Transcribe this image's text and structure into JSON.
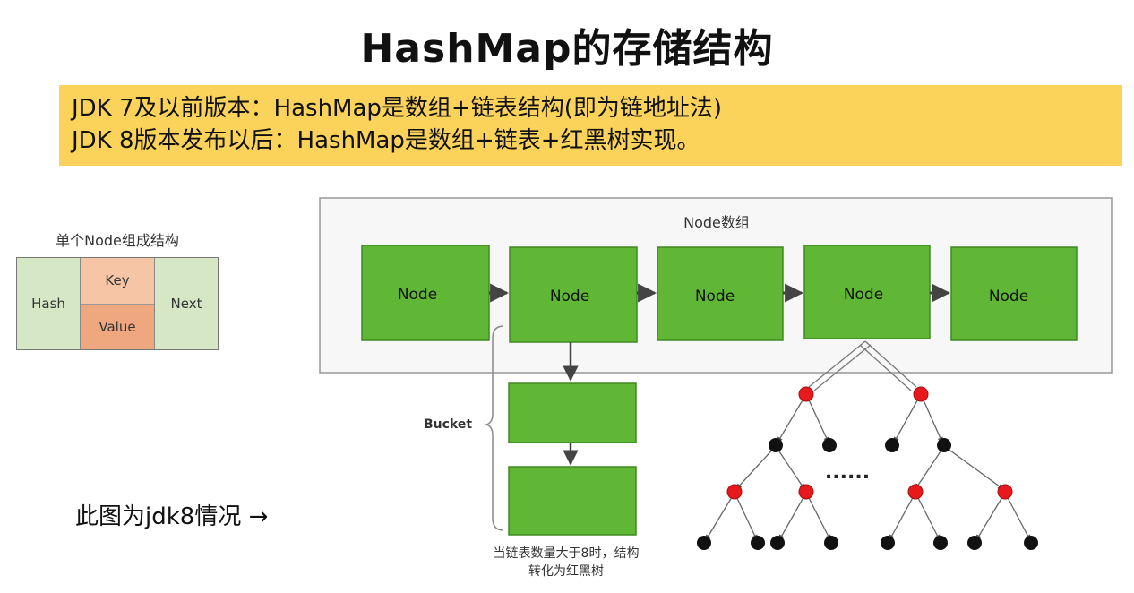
{
  "title": "HashMap的存储结构",
  "banner": {
    "line1": "JDK 7及以前版本：HashMap是数组+链表结构(即为链地址法)",
    "line2": "JDK 8版本发布以后：HashMap是数组+链表+红黑树实现。",
    "color": "#fcd35a"
  },
  "single_node": {
    "caption": "单个Node组成结构",
    "hash": "Hash",
    "key": "Key",
    "value": "Value",
    "next": "Next"
  },
  "array": {
    "label": "Node数组",
    "nodes": [
      "Node",
      "Node",
      "Node",
      "Node",
      "Node"
    ]
  },
  "bucket": {
    "label": "Bucket",
    "note_line1": "当链表数量大于8时，结构",
    "note_line2": "转化为红黑树"
  },
  "tree": {
    "ellipsis": "......"
  },
  "side_note": "此图为jdk8情况 →",
  "colors": {
    "node_green": "#5fb735",
    "red_node": "#e8191d",
    "black_node": "#111111"
  }
}
